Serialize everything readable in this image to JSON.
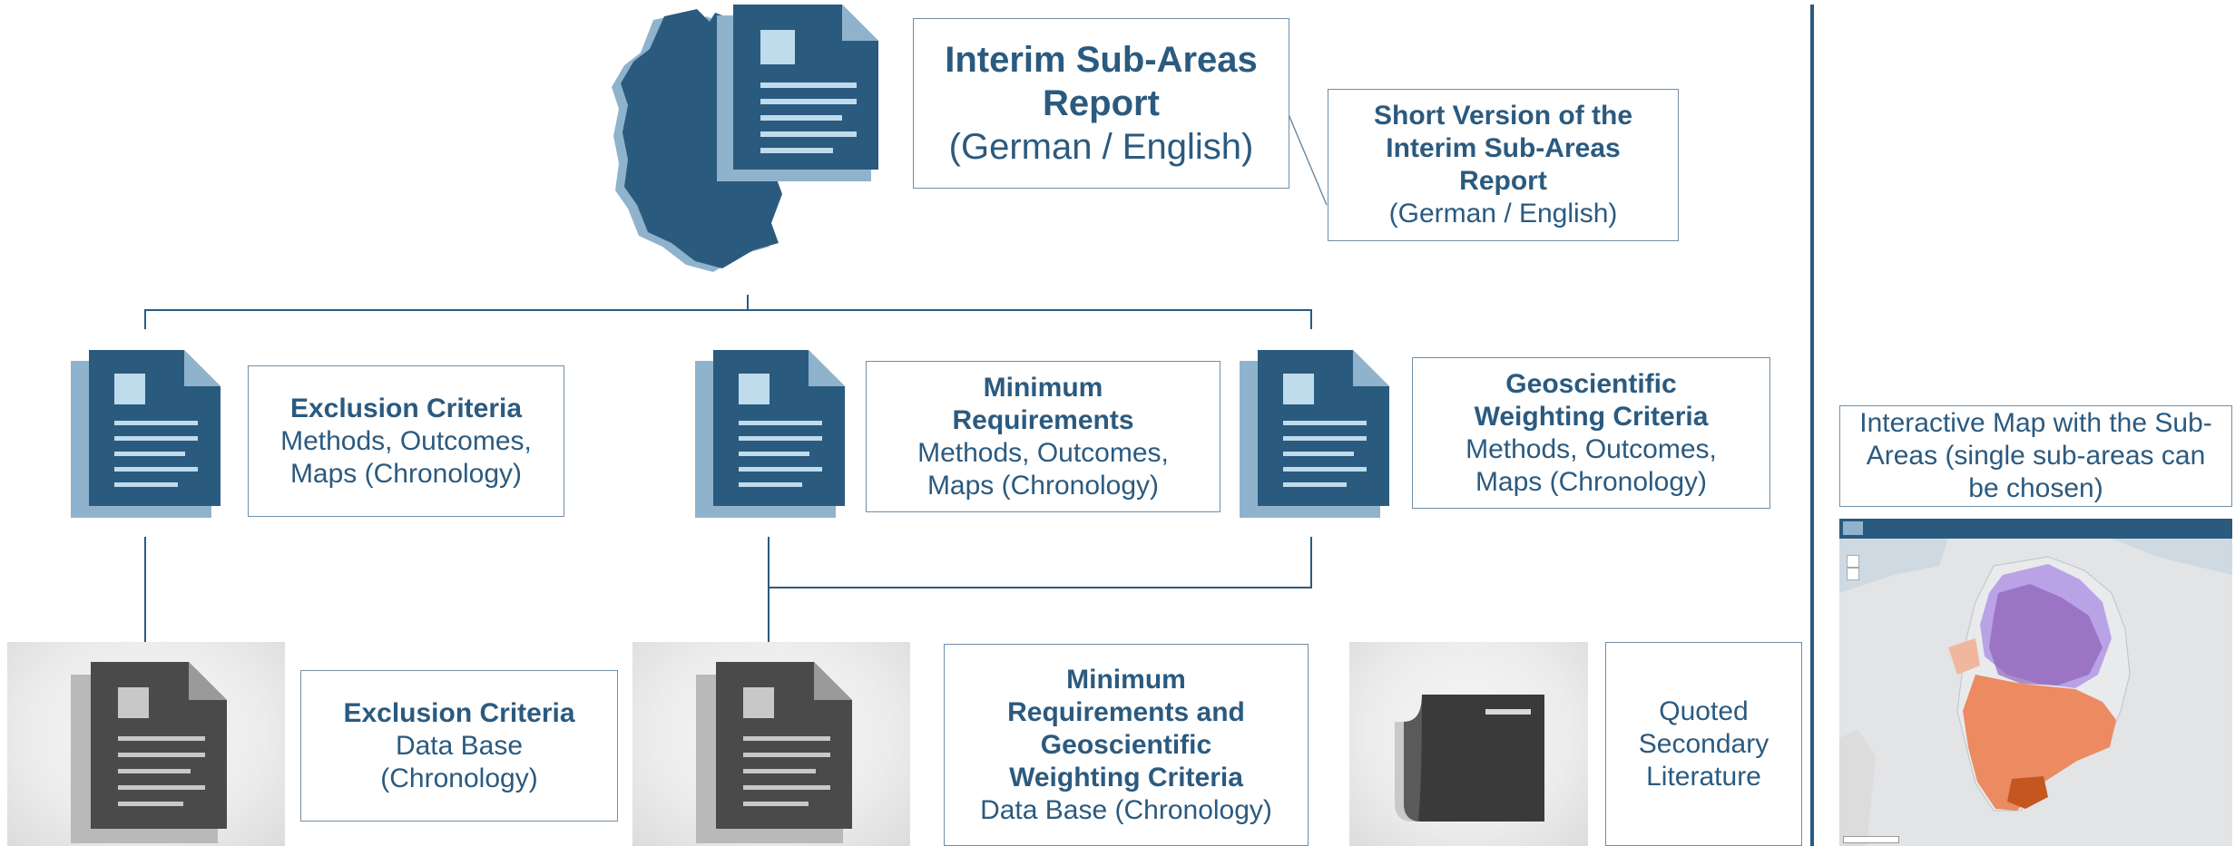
{
  "main_report": {
    "title": "Interim Sub-Areas Report",
    "languages": "(German / English)"
  },
  "short_version": {
    "title": "Short Version of the Interim Sub-Areas Report",
    "languages": "(German / English)"
  },
  "branches": [
    {
      "title": "Exclusion Criteria",
      "subtitle": "Methods, Outcomes, Maps (Chronology)"
    },
    {
      "title": "Minimum Requirements",
      "subtitle": "Methods, Outcomes, Maps (Chronology)"
    },
    {
      "title": "Geoscientific Weighting Criteria",
      "subtitle": "Methods, Outcomes, Maps (Chronology)"
    }
  ],
  "databases": [
    {
      "title": "Exclusion Criteria",
      "subtitle": "Data Base (Chronology)"
    },
    {
      "title": "Minimum Requirements and Geoscientific Weighting Criteria",
      "subtitle": "Data Base (Chronology)"
    }
  ],
  "literature": {
    "label": "Quoted Secondary Literature"
  },
  "map_panel": {
    "caption": "Interactive Map with the Sub-Areas (single sub-areas can be chosen)"
  },
  "colors": {
    "primary": "#2b5a7f",
    "light_blue": "#8fb3cc",
    "icon_square": "#bfdcec",
    "grey_doc": "#4a4a4a",
    "sub_area_purple": "#8a5bb5",
    "sub_area_orange": "#ec8a62"
  },
  "icons": [
    "document-icon",
    "germany-map-icon",
    "grey-document-icon",
    "newspaper-icon"
  ]
}
